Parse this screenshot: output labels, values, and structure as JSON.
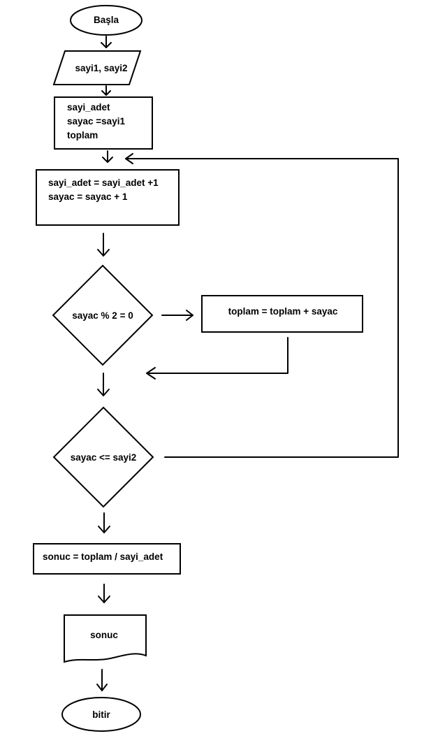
{
  "start": {
    "label": "Başla"
  },
  "input": {
    "label": "sayi1, sayi2"
  },
  "init": {
    "lines": [
      "sayi_adet",
      "sayac  =sayi1",
      "toplam"
    ]
  },
  "increment": {
    "lines": [
      "sayi_adet = sayi_adet +1",
      "sayac = sayac + 1"
    ]
  },
  "even_check": {
    "label": "sayac % 2 = 0"
  },
  "add_step": {
    "label": "toplam = toplam + sayac"
  },
  "loop_check": {
    "label": "sayac <= sayi2"
  },
  "average": {
    "label": "sonuc = toplam / sayi_adet"
  },
  "output": {
    "label": "sonuc"
  },
  "end": {
    "label": "bitir"
  }
}
